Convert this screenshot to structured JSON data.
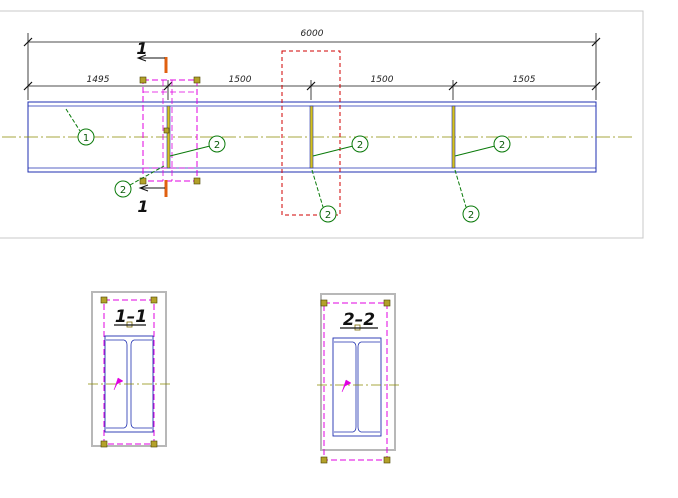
{
  "beam": {
    "overall_dimension": "6000",
    "segment_dimensions": [
      "1495",
      "1500",
      "1500",
      "1505"
    ]
  },
  "section_marks": {
    "cut_1_top": "1",
    "cut_1_bottom": "1"
  },
  "callouts": {
    "beam_label": "1",
    "stiffener_label": "2"
  },
  "section_views": {
    "section_1_1": {
      "title": "1–1"
    },
    "section_2_2": {
      "title": "2–2"
    }
  },
  "colors": {
    "beam_outline": "#1f2fb0",
    "center_line": "#8a8a00",
    "callout_green": "#0a7a0a",
    "selection_magenta": "#e000e0",
    "handle_fill": "#b3a12a",
    "section_cut": "#e06010",
    "detail_box": "#d00000",
    "frame_gray": "#b8b8b8",
    "stiffener_yellow": "#d6c21a"
  }
}
